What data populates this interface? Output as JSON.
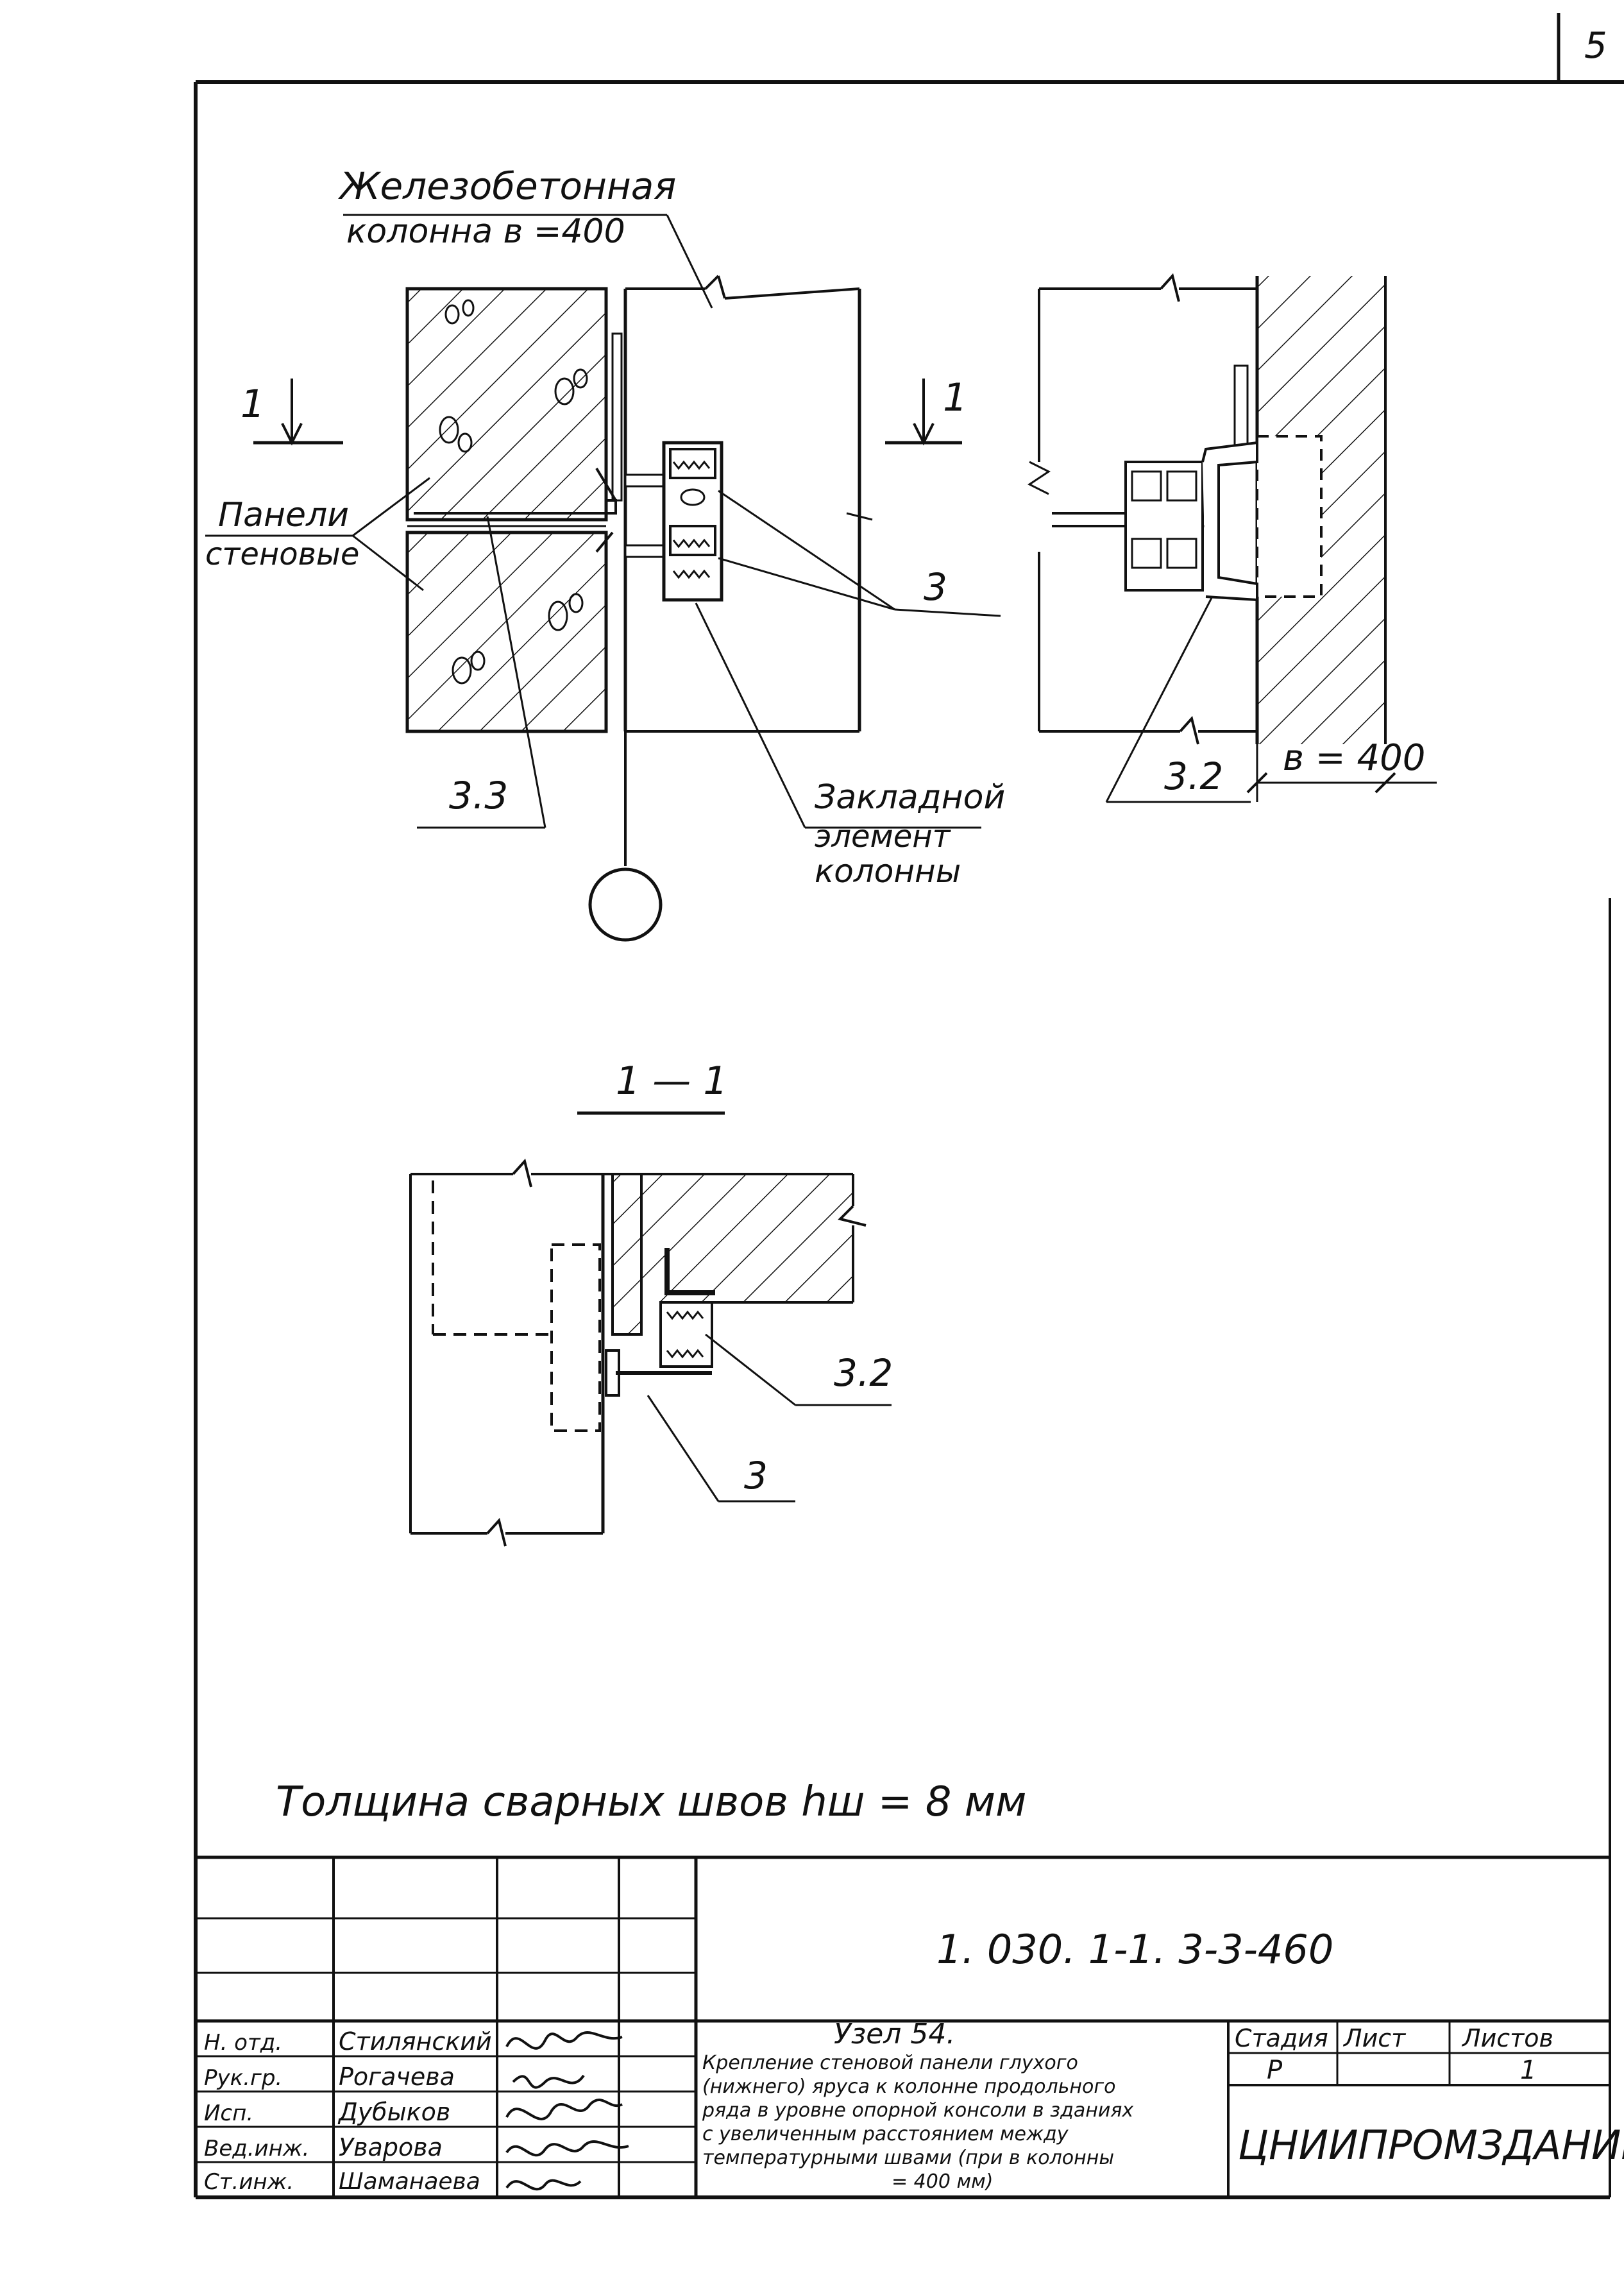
{
  "page_number": "5",
  "drawing": {
    "column_label_line1": "Железобетонная",
    "column_label_line2": "колонна в =400",
    "panels_label_line1": "Панели",
    "panels_label_line2": "стеновые",
    "section_mark": "1",
    "callout_3": "3",
    "callout_3_3": "3.3",
    "callout_3_2": "3.2",
    "embedded_label_line1": "Закладной",
    "embedded_label_line2": "элемент",
    "embedded_label_line3": "колонны",
    "width_note": "в = 400",
    "section_title": "1 — 1",
    "weld_note": "Толщина сварных швов hш = 8 мм"
  },
  "title_block": {
    "code": "1. 030. 1-1. 3-3-460",
    "roles": [
      "Н. отд.",
      "Рук.гр.",
      "Исп.",
      "Вед.инж.",
      "Ст.инж."
    ],
    "names": [
      "Стилянский",
      "Рогачева",
      "Дубыков",
      "Уварова",
      "Шаманаева"
    ],
    "node_title": "Узел 54.",
    "description_lines": [
      "Крепление стеновой панели глухого",
      "(нижнего) яруса к колонне продольного",
      "ряда в уровне опорной консоли в зданиях",
      "с увеличенным расстоянием между",
      "температурными швами (при в колонны",
      "= 400 мм)"
    ],
    "stage_header": "Стадия",
    "sheet_header": "Лист",
    "sheets_header": "Листов",
    "stage_value": "Р",
    "sheet_value": "",
    "sheets_value": "1",
    "organization": "ЦНИИПРОМЗДАНИЙ"
  }
}
